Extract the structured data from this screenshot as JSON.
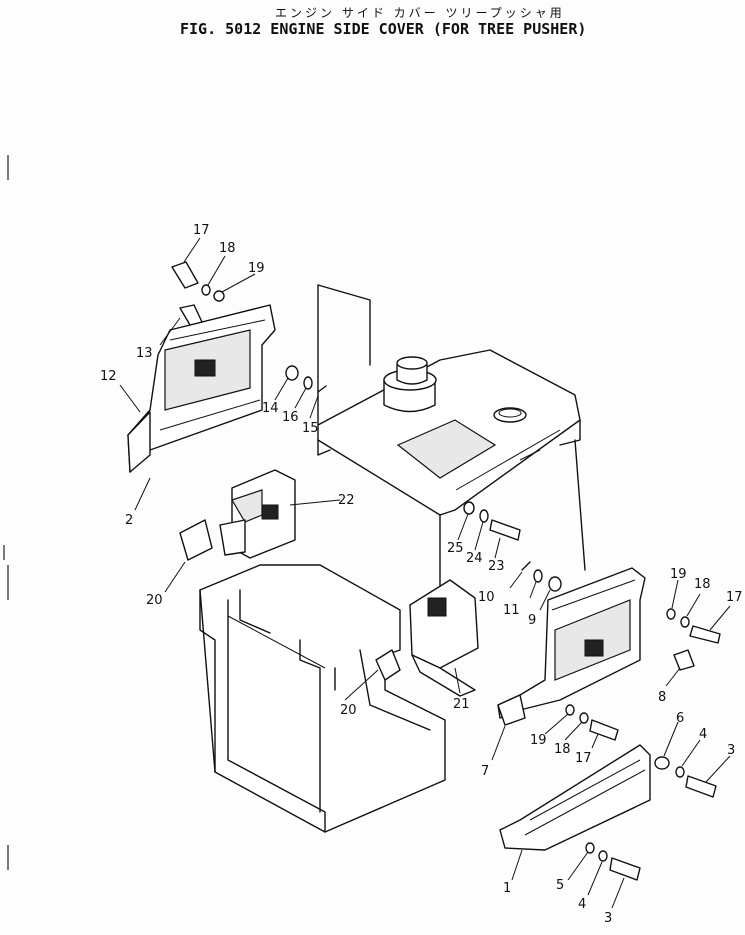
{
  "header": {
    "title_jp": "エンジン サイド カバー ツリープッシャ用",
    "title_en": "FIG. 5012  ENGINE SIDE COVER (FOR TREE PUSHER)"
  },
  "callouts": {
    "n1": "1",
    "n2": "2",
    "n3a": "3",
    "n3b": "3",
    "n4a": "4",
    "n4b": "4",
    "n5": "5",
    "n6": "6",
    "n7": "7",
    "n8": "8",
    "n9": "9",
    "n10": "10",
    "n11": "11",
    "n12": "12",
    "n13": "13",
    "n14": "14",
    "n15": "15",
    "n16": "16",
    "n17a": "17",
    "n17b": "17",
    "n17c": "17",
    "n18a": "18",
    "n18b": "18",
    "n18c": "18",
    "n19a": "19",
    "n19b": "19",
    "n19c": "19",
    "n20a": "20",
    "n20b": "20",
    "n21": "21",
    "n22": "22",
    "n23": "23",
    "n24": "24",
    "n25": "25"
  }
}
